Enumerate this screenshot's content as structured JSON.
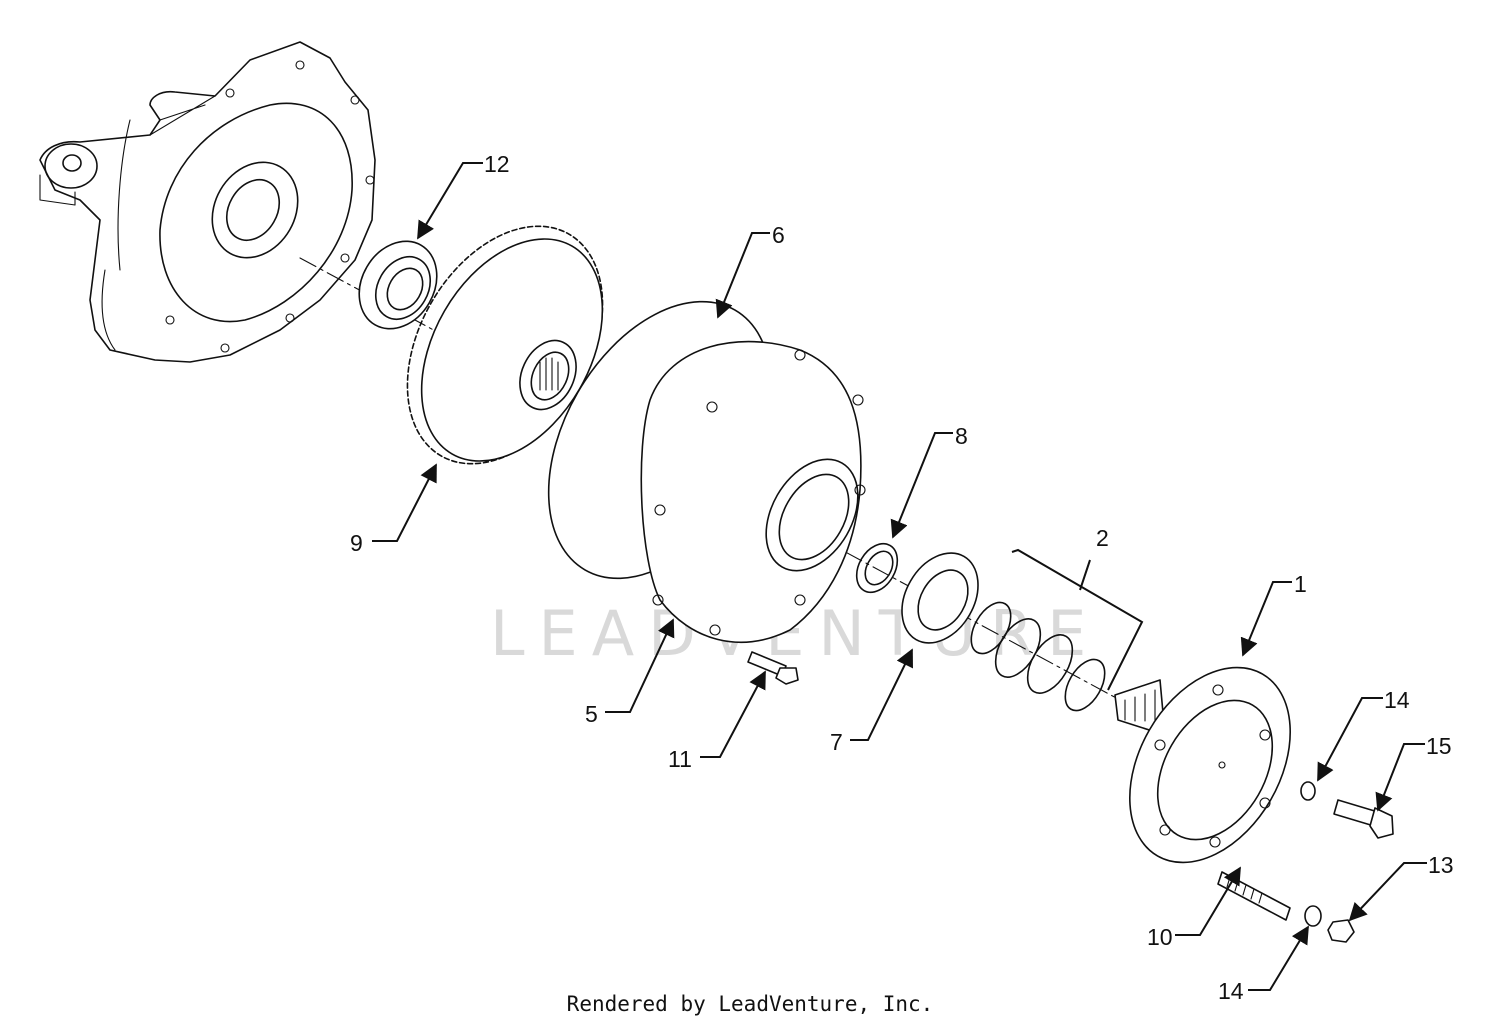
{
  "callouts": [
    {
      "id": "c1",
      "label": "1"
    },
    {
      "id": "c2",
      "label": "2"
    },
    {
      "id": "c5",
      "label": "5"
    },
    {
      "id": "c6",
      "label": "6"
    },
    {
      "id": "c7",
      "label": "7"
    },
    {
      "id": "c8",
      "label": "8"
    },
    {
      "id": "c9",
      "label": "9"
    },
    {
      "id": "c10",
      "label": "10"
    },
    {
      "id": "c11",
      "label": "11"
    },
    {
      "id": "c12",
      "label": "12"
    },
    {
      "id": "c13",
      "label": "13"
    },
    {
      "id": "c14a",
      "label": "14"
    },
    {
      "id": "c14b",
      "label": "14"
    },
    {
      "id": "c15",
      "label": "15"
    }
  ],
  "watermark": {
    "text": "LEADVENTURE"
  },
  "footer": {
    "text": "Rendered by LeadVenture, Inc."
  }
}
